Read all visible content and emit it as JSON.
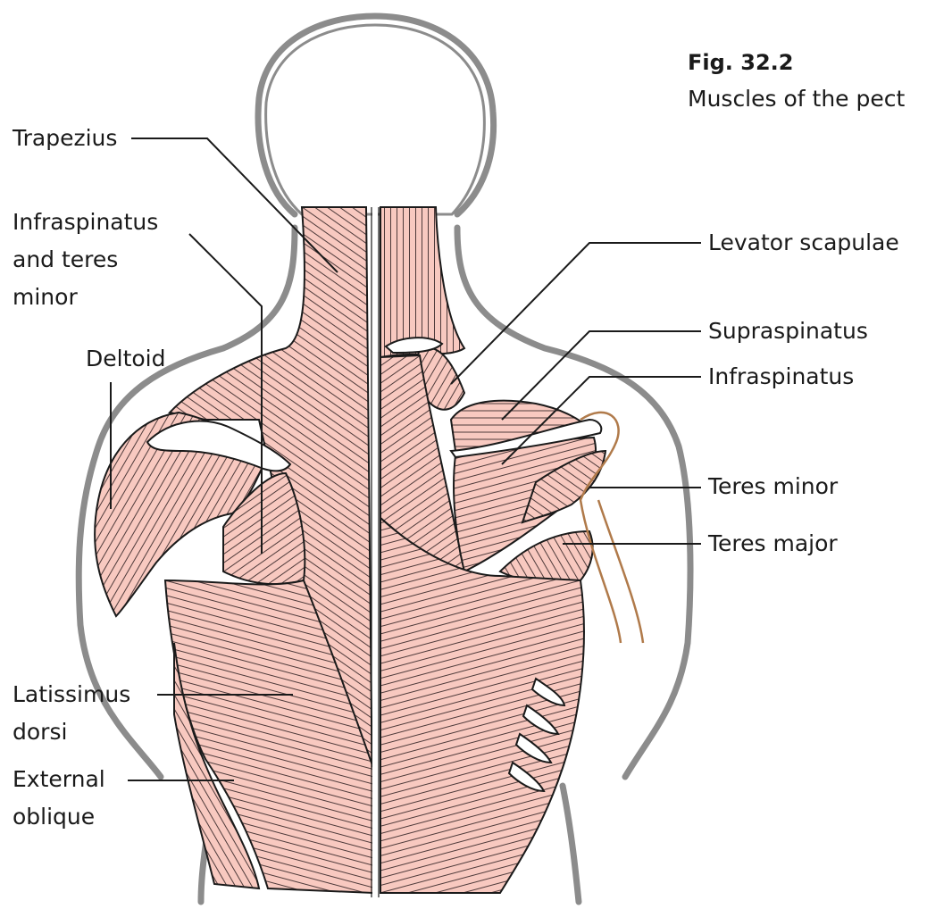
{
  "figure": {
    "number": "Fig. 32.2",
    "caption": "Muscles of the pect"
  },
  "labels": {
    "trapezius": "Trapezius",
    "infraspinatus_teres_minor": [
      "Infraspinatus",
      "and teres",
      "minor"
    ],
    "deltoid": "Deltoid",
    "latissimus_dorsi": [
      "Latissimus",
      "dorsi"
    ],
    "external_oblique": [
      "External",
      "oblique"
    ],
    "levator_scapulae": "Levator scapulae",
    "supraspinatus": "Supraspinatus",
    "infraspinatus": "Infraspinatus",
    "teres_minor": "Teres minor",
    "teres_major": "Teres major"
  },
  "colors": {
    "muscle_fill": "#f8c9c0",
    "muscle_fiber": "#3a2a2a",
    "outline": "#1a1a1a",
    "body_outline": "#8c8c8c",
    "bone": "#b07a4a",
    "leader_line": "#1a1a1a"
  }
}
